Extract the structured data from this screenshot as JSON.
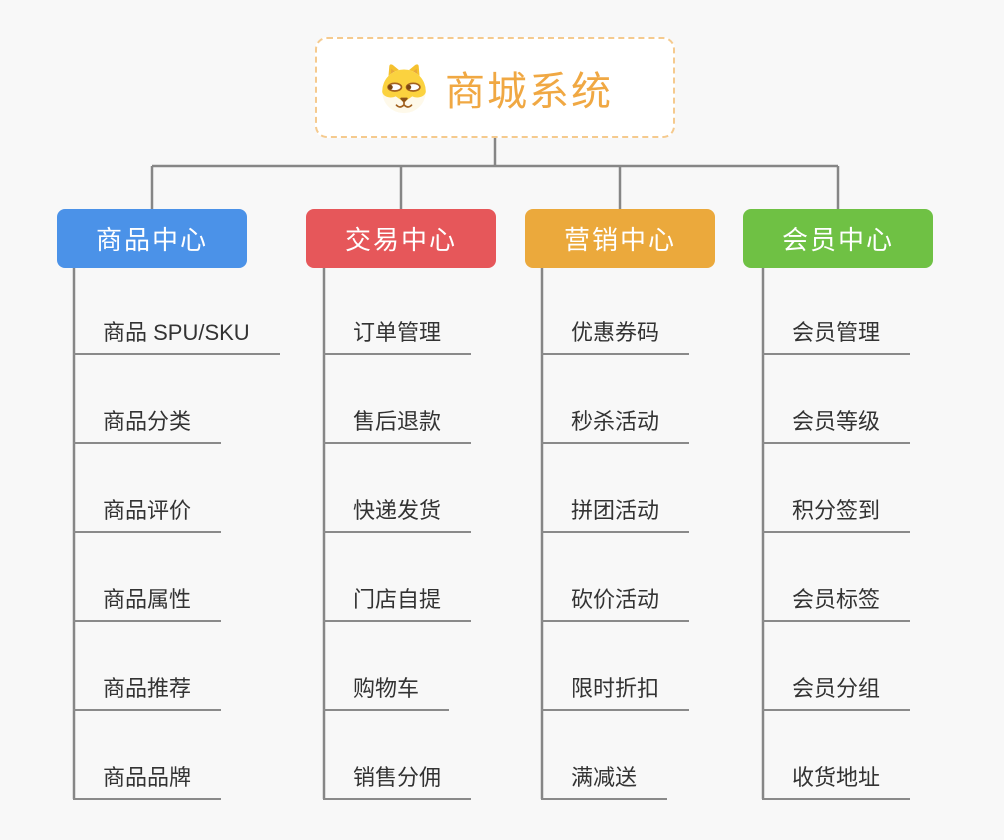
{
  "background_color": "#f8f8f8",
  "connector_color": "#868686",
  "root": {
    "label": "商城系统",
    "icon": "dog-face-icon",
    "text_color": "#f0a843",
    "border_color": "#f5ca8e",
    "icon_colors": {
      "fur": "#fbd23f",
      "muzzle": "#fef9ea",
      "features": "#a2611f"
    }
  },
  "branches": [
    {
      "label": "商品中心",
      "color": "#4b92e8",
      "items": [
        "商品 SPU/SKU",
        "商品分类",
        "商品评价",
        "商品属性",
        "商品推荐",
        "商品品牌"
      ]
    },
    {
      "label": "交易中心",
      "color": "#e6575a",
      "items": [
        "订单管理",
        "售后退款",
        "快递发货",
        "门店自提",
        "购物车",
        "销售分佣"
      ]
    },
    {
      "label": "营销中心",
      "color": "#eba93c",
      "items": [
        "优惠券码",
        "秒杀活动",
        "拼团活动",
        "砍价活动",
        "限时折扣",
        "满减送"
      ]
    },
    {
      "label": "会员中心",
      "color": "#6fc144",
      "items": [
        "会员管理",
        "会员等级",
        "积分签到",
        "会员标签",
        "会员分组",
        "收货地址"
      ]
    }
  ]
}
